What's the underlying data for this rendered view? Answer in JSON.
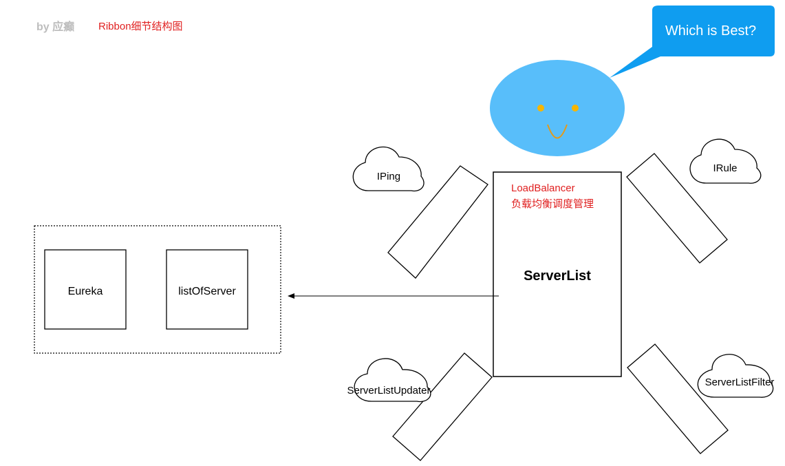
{
  "header": {
    "author": "by 应癫",
    "title": "Ribbon细节结构图"
  },
  "speech": {
    "text": "Which is Best?"
  },
  "core": {
    "title": "LoadBalancer",
    "subtitle": "负载均衡调度管理",
    "label": "ServerList"
  },
  "clouds": {
    "iping": "IPing",
    "irule": "IRule",
    "updater": "ServerListUpdater",
    "filter": "ServerListFilter"
  },
  "source": {
    "eureka": "Eureka",
    "list": "listOfServer"
  },
  "colors": {
    "face": "#58BEFA",
    "bubble": "#0F9DF0",
    "eye": "#F7B500",
    "mouth": "#E39A1A",
    "accent_text": "#E02020",
    "muted_text": "#BDBDBD",
    "line": "#000000"
  }
}
